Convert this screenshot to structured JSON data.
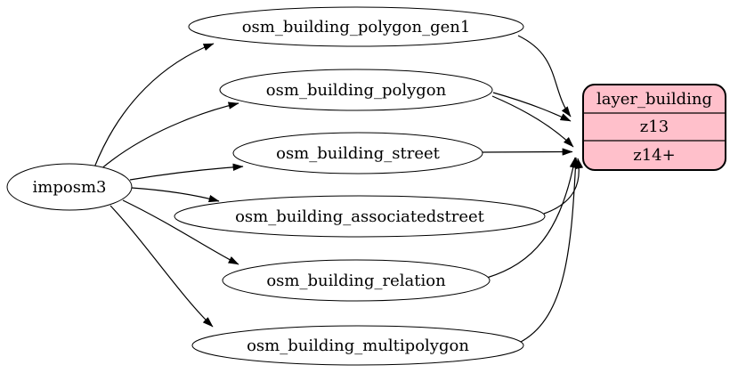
{
  "diagram": {
    "kind": "etl-graph",
    "background_color": "#ffffff",
    "node_stroke_color": "#000000",
    "table_fill_color": "#ffffff",
    "layer_fill_color": "#ffc0cb",
    "source_node": {
      "label": "imposm3"
    },
    "table_nodes": [
      {
        "label": "osm_building_polygon_gen1"
      },
      {
        "label": "osm_building_polygon"
      },
      {
        "label": "osm_building_street"
      },
      {
        "label": "osm_building_associatedstreet"
      },
      {
        "label": "osm_building_relation"
      },
      {
        "label": "osm_building_multipolygon"
      }
    ],
    "layer_node": {
      "title": "layer_building",
      "rows": [
        {
          "label": "z13"
        },
        {
          "label": "z14+"
        }
      ]
    },
    "edges": [
      {
        "from": "imposm3",
        "to": "osm_building_polygon_gen1"
      },
      {
        "from": "imposm3",
        "to": "osm_building_polygon"
      },
      {
        "from": "imposm3",
        "to": "osm_building_street"
      },
      {
        "from": "imposm3",
        "to": "osm_building_associatedstreet"
      },
      {
        "from": "imposm3",
        "to": "osm_building_relation"
      },
      {
        "from": "imposm3",
        "to": "osm_building_multipolygon"
      },
      {
        "from": "osm_building_polygon_gen1",
        "to": "layer_building:z13"
      },
      {
        "from": "osm_building_polygon",
        "to": "layer_building:z13"
      },
      {
        "from": "osm_building_polygon",
        "to": "layer_building:z14+"
      },
      {
        "from": "osm_building_street",
        "to": "layer_building:z14+"
      },
      {
        "from": "osm_building_associatedstreet",
        "to": "layer_building:z14+"
      },
      {
        "from": "osm_building_relation",
        "to": "layer_building:z14+"
      },
      {
        "from": "osm_building_multipolygon",
        "to": "layer_building:z14+"
      }
    ]
  }
}
